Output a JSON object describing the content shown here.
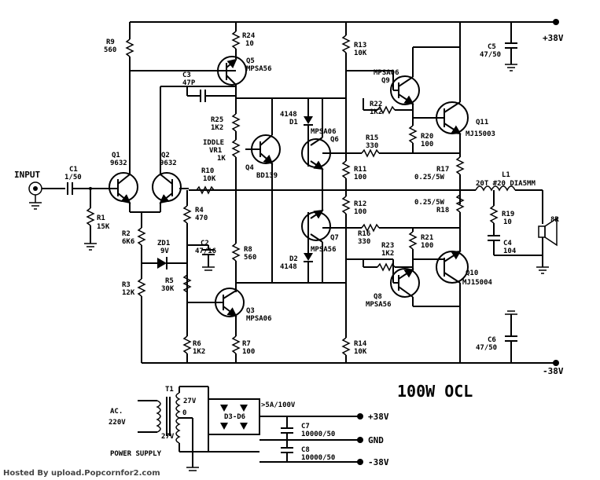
{
  "title": "100W OCL",
  "rails": {
    "pos": "+38V",
    "neg": "-38V",
    "gnd": "GND"
  },
  "input_label": "INPUT",
  "components": {
    "C1": [
      "C1",
      "1/50"
    ],
    "R1": [
      "R1",
      "15K"
    ],
    "R2": [
      "R2",
      "6K6"
    ],
    "R3": [
      "R3",
      "12K"
    ],
    "ZD1": [
      "ZD1",
      "9V"
    ],
    "Q1": [
      "Q1",
      "9632"
    ],
    "Q2": [
      "Q2",
      "9632"
    ],
    "R9": [
      "R9",
      "560"
    ],
    "R24": [
      "R24",
      "10"
    ],
    "Q5": [
      "Q5",
      "MPSA56"
    ],
    "C3": [
      "C3",
      "47P"
    ],
    "R25": [
      "R25",
      "1K2"
    ],
    "VR1": [
      "IDDLE",
      "VR1",
      "1K"
    ],
    "Q4": [
      "Q4",
      "BD139"
    ],
    "R10": [
      "R10",
      "10K"
    ],
    "R4": [
      "R4",
      "470"
    ],
    "C2": [
      "C2",
      "47/16"
    ],
    "R5": [
      "R5",
      "30K"
    ],
    "R8": [
      "R8",
      "560"
    ],
    "Q3": [
      "Q3",
      "MPSA06"
    ],
    "R6": [
      "R6",
      "1K2"
    ],
    "R7": [
      "R7",
      "100"
    ],
    "D1": [
      "4148",
      "D1"
    ],
    "Q6": [
      "MPSA06",
      "Q6"
    ],
    "Q7": [
      "Q7"
    ],
    "Q7b": [
      "MPSA56"
    ],
    "D2": [
      "D2",
      "4148"
    ],
    "R13": [
      "R13",
      "10K"
    ],
    "R11": [
      "R11",
      "100"
    ],
    "R12": [
      "R12",
      "100"
    ],
    "R14": [
      "R14",
      "10K"
    ],
    "R15": [
      "R15",
      "330"
    ],
    "R16": [
      "R16",
      "330"
    ],
    "Q9": [
      "MPSA06",
      "Q9"
    ],
    "R22": [
      "R22",
      "1K2"
    ],
    "R20": [
      "R20",
      "100"
    ],
    "Q11": [
      "Q11",
      "MJ15003"
    ],
    "R17": [
      "R17",
      "0.25/5W"
    ],
    "R18": [
      "0.25/5W",
      "R18"
    ],
    "L1": [
      "L1",
      "20T  #20 DIA5MM"
    ],
    "R19": [
      "R19",
      "10"
    ],
    "C4": [
      "C4",
      "104"
    ],
    "SPK": [
      "8R"
    ],
    "R21": [
      "R21",
      "100"
    ],
    "R23": [
      "R23",
      "1K2"
    ],
    "Q8": [
      "Q8",
      "MPSA56"
    ],
    "Q10": [
      "Q10",
      "MJ15004"
    ],
    "C5": [
      "C5",
      "47/50"
    ],
    "C6": [
      "C6",
      "47/50"
    ]
  },
  "psu": {
    "label": "POWER SUPPLY",
    "ac": [
      "AC.",
      "220V"
    ],
    "t1": "T1",
    "v_top": "27V",
    "v_mid": "0",
    "v_bot": "27V",
    "bridge": "D3-D6",
    "bridge_rating": ">5A/100V",
    "c7": [
      "C7",
      "10000/50"
    ],
    "c8": [
      "C8",
      "10000/50"
    ],
    "out_pos": "+38V",
    "out_gnd": "GND",
    "out_neg": "-38V"
  },
  "footer": "Hosted By   upload.Popcornfor2.com"
}
